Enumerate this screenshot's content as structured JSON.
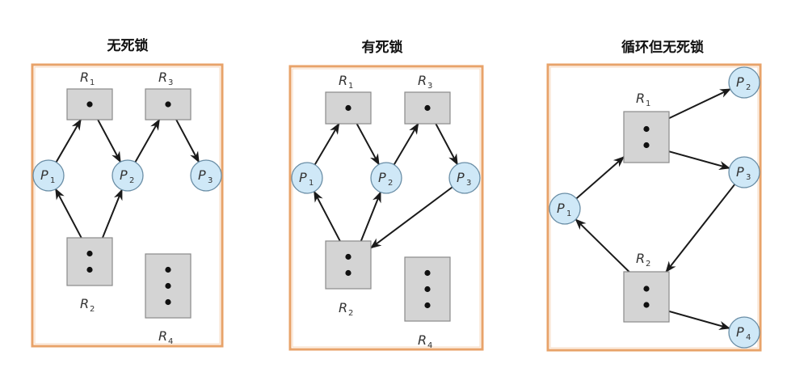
{
  "panels": [
    {
      "title": "无死锁",
      "resources": [
        {
          "name": "R",
          "sub": "1",
          "instances": 1
        },
        {
          "name": "R",
          "sub": "3",
          "instances": 1
        },
        {
          "name": "R",
          "sub": "2",
          "instances": 2
        },
        {
          "name": "R",
          "sub": "4",
          "instances": 3
        }
      ],
      "processes": [
        {
          "name": "P",
          "sub": "1"
        },
        {
          "name": "P",
          "sub": "2"
        },
        {
          "name": "P",
          "sub": "3"
        }
      ],
      "edges": [
        {
          "from": "P1",
          "to": "R1",
          "type": "request"
        },
        {
          "from": "R1",
          "to": "P2",
          "type": "assignment"
        },
        {
          "from": "P2",
          "to": "R3",
          "type": "request"
        },
        {
          "from": "R3",
          "to": "P3",
          "type": "assignment"
        },
        {
          "from": "R2",
          "to": "P1",
          "type": "assignment"
        },
        {
          "from": "R2",
          "to": "P2",
          "type": "assignment"
        }
      ]
    },
    {
      "title": "有死锁",
      "resources": [
        {
          "name": "R",
          "sub": "1",
          "instances": 1
        },
        {
          "name": "R",
          "sub": "3",
          "instances": 1
        },
        {
          "name": "R",
          "sub": "2",
          "instances": 2
        },
        {
          "name": "R",
          "sub": "4",
          "instances": 3
        }
      ],
      "processes": [
        {
          "name": "P",
          "sub": "1"
        },
        {
          "name": "P",
          "sub": "2"
        },
        {
          "name": "P",
          "sub": "3"
        }
      ],
      "edges": [
        {
          "from": "P1",
          "to": "R1",
          "type": "request"
        },
        {
          "from": "R1",
          "to": "P2",
          "type": "assignment"
        },
        {
          "from": "P2",
          "to": "R3",
          "type": "request"
        },
        {
          "from": "R3",
          "to": "P3",
          "type": "assignment"
        },
        {
          "from": "R2",
          "to": "P1",
          "type": "assignment"
        },
        {
          "from": "R2",
          "to": "P2",
          "type": "assignment"
        },
        {
          "from": "P3",
          "to": "R2",
          "type": "request"
        }
      ]
    },
    {
      "title": "循环但无死锁",
      "resources": [
        {
          "name": "R",
          "sub": "1",
          "instances": 2
        },
        {
          "name": "R",
          "sub": "2",
          "instances": 2
        }
      ],
      "processes": [
        {
          "name": "P",
          "sub": "1"
        },
        {
          "name": "P",
          "sub": "2"
        },
        {
          "name": "P",
          "sub": "3"
        },
        {
          "name": "P",
          "sub": "4"
        }
      ],
      "edges": [
        {
          "from": "P1",
          "to": "R1",
          "type": "request"
        },
        {
          "from": "R1",
          "to": "P2",
          "type": "assignment"
        },
        {
          "from": "R1",
          "to": "P3",
          "type": "assignment"
        },
        {
          "from": "P3",
          "to": "R2",
          "type": "request"
        },
        {
          "from": "R2",
          "to": "P1",
          "type": "assignment"
        },
        {
          "from": "R2",
          "to": "P4",
          "type": "assignment"
        }
      ]
    }
  ],
  "colors": {
    "frame": "#e8a36a",
    "resource_fill": "#d4d4d4",
    "process_fill": "#cfe8f7",
    "edge": "#1a1a1a"
  }
}
